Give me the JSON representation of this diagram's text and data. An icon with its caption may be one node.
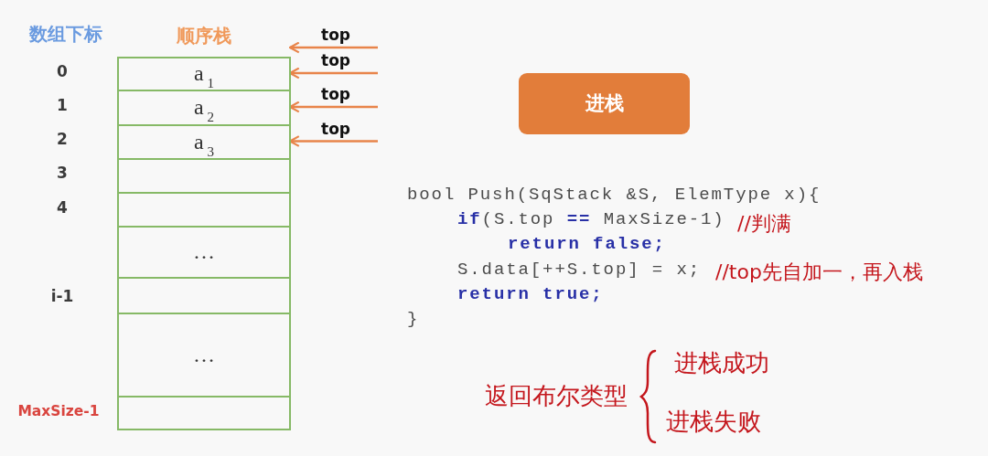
{
  "diagram": {
    "nodes": [
      {
        "text": [
          "顺序栈"
        ]
      },
      {
        "text": [
          "a$_{1}$"
        ],
        "in": 0
      },
      {
        "text": [
          "a$_{2}$"
        ],
        "in": 0
      },
      {
        "text": [
          "a$_{3}$"
        ],
        "in": 0
      },
      {
        "text": [],
        "shape": "box",
        "in": 0
      },
      {
        "text": [],
        "shape": "box",
        "in": 0
      },
      {
        "text": [
          "…"
        ],
        "in": 0
      },
      {
        "text": [],
        "shape": "box",
        "in": 0
      },
      {
        "text": [
          "…"
        ],
        "in": 0
      },
      {
        "text": [],
        "shape": "box",
        "in": 0
      },
      {
        "text": [
          "进栈"
        ]
      }
    ],
    "edges": [
      {
        "from": null,
        "to": 0,
        "arrow": "to",
        "label": "top"
      },
      {
        "from": null,
        "to": 1,
        "arrow": "to",
        "label": "top"
      },
      {
        "from": null,
        "to": 2,
        "arrow": "to",
        "label": "top"
      },
      {
        "from": null,
        "to": 3,
        "arrow": "to",
        "label": "top"
      }
    ],
    "labels": [
      "数组下标",
      "0",
      "1",
      "2",
      "3",
      "4",
      "i-1",
      "MaxSize-1",
      "bool Push(SqStack &S, ElemType x){",
      "**if**(S.top **==** MaxSize-1)",
      "//判满",
      "return false;",
      "S.data[++S.top] = x;",
      "//top先自加一，再入栈",
      "return true;",
      "}",
      "返回布尔类型",
      "进栈成功",
      "进栈失败"
    ]
  }
}
